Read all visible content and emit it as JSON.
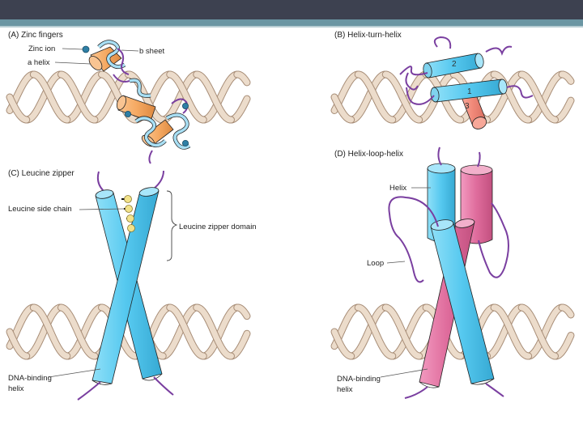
{
  "panels": {
    "a": {
      "title": "(A) Zinc fingers",
      "zinc_ion": "Zinc ion",
      "b_sheet": "b sheet",
      "a_helix": "a helix"
    },
    "b": {
      "title": "(B) Helix-turn-helix",
      "n1": "1",
      "n2": "2",
      "n3": "3"
    },
    "c": {
      "title": "(C) Leucine zipper",
      "side_chain": "Leucine side chain",
      "domain": "Leucine zipper domain",
      "dna_binding_1": "DNA-binding",
      "dna_binding_2": "helix"
    },
    "d": {
      "title": "(D) Helix-loop-helix",
      "helix": "Helix",
      "loop": "Loop",
      "dna_binding_1": "DNA-binding",
      "dna_binding_2": "helix"
    }
  },
  "colors": {
    "dna_light": "#ecdccb",
    "dna_dark": "#a88e78",
    "cyan": "#5ccdf2",
    "cyan_top": "#a8e6fa",
    "orange": "#f5a962",
    "salmon": "#f28a7a",
    "pink": "#e0709f",
    "pink_top": "#f2b0cb",
    "loop": "#7a3fa0",
    "zinc": "#2e7fa5",
    "leucine": "#f2e28a"
  }
}
